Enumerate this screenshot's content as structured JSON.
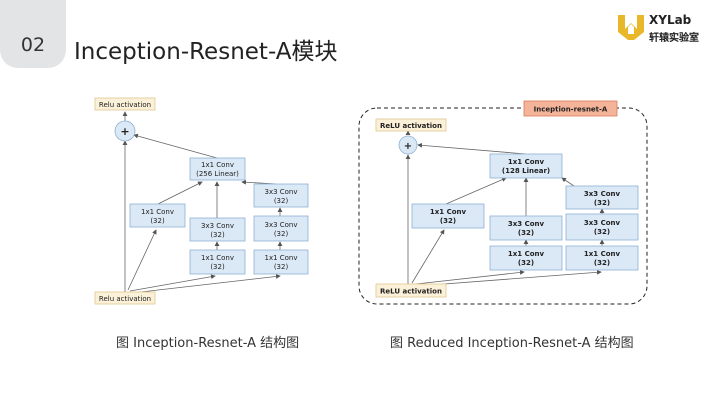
{
  "slide": {
    "number": "02",
    "title": "Inception-Resnet-A模块",
    "logo_line1": "XYLab",
    "logo_line2": "轩辕实验室"
  },
  "left": {
    "top_label": "Relu activation",
    "bottom_label": "Relu activation",
    "plus": "+",
    "proj1": "1x1 Conv",
    "proj2": "(256 Linear)",
    "b1a": "1x1 Conv",
    "b1b": "(32)",
    "b2t1": "3x3 Conv",
    "b2t2": "(32)",
    "b2b1": "1x1 Conv",
    "b2b2": "(32)",
    "b3t1": "3x3 Conv",
    "b3t2": "(32)",
    "b3m1": "3x3 Conv",
    "b3m2": "(32)",
    "b3b1": "1x1 Conv",
    "b3b2": "(32)",
    "caption": "图 Inception-Resnet-A 结构图"
  },
  "right": {
    "tag": "Inception-resnet-A",
    "top_label": "ReLU activation",
    "bottom_label": "ReLU activation",
    "plus": "+",
    "proj1": "1x1 Conv",
    "proj2": "(128 Linear)",
    "b1a": "1x1 Conv",
    "b1b": "(32)",
    "b2t1": "3x3 Conv",
    "b2t2": "(32)",
    "b2b1": "1x1 Conv",
    "b2b2": "(32)",
    "b3t1": "3x3 Conv",
    "b3t2": "(32)",
    "b3m1": "3x3 Conv",
    "b3m2": "(32)",
    "b3b1": "1x1 Conv",
    "b3b2": "(32)",
    "caption": "图 Reduced Inception-Resnet-A 结构图"
  },
  "colors": {
    "box_fill": "#dbe8f6",
    "box_stroke": "#8fb0d4",
    "label_fill": "#fbf0d8",
    "label_stroke": "#e0c890",
    "tag_fill": "#f4b49a",
    "tag_stroke": "#d97a5a",
    "logo": "#e8b82a"
  }
}
